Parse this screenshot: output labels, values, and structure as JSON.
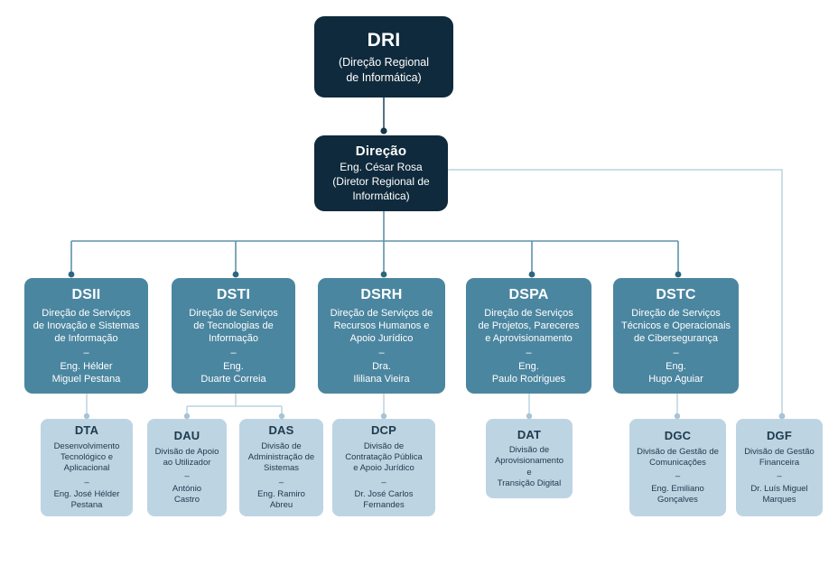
{
  "diagram": {
    "title": "Organograma DRI",
    "colors": {
      "top_box": "#0f2a3c",
      "department_box": "#4b86a0",
      "division_box": "#bdd4e3",
      "connector": "#a9c6d6",
      "connector_dark": "#5f93aa",
      "background": "#ffffff",
      "top_text": "#ffffff",
      "division_text": "#1d3a4c"
    },
    "separator": "–"
  },
  "root": {
    "code": "DRI",
    "desc_line1": "(Direção Regional",
    "desc_line2": "de Informática)"
  },
  "direction": {
    "code": "Direção",
    "person": "Eng. César Rosa",
    "desc_line1": "(Diretor Regional de",
    "desc_line2": "Informática)"
  },
  "departments": [
    {
      "code": "DSII",
      "desc_line1": "Direção de Serviços",
      "desc_line2": "de Inovação e Sistemas",
      "desc_line3": "de Informação",
      "person_line1": "Eng. Hélder",
      "person_line2": "Miguel Pestana"
    },
    {
      "code": "DSTI",
      "desc_line1": "Direção de Serviços",
      "desc_line2": "de Tecnologias de",
      "desc_line3": "Informação",
      "person_line1": "Eng.",
      "person_line2": "Duarte Correia"
    },
    {
      "code": "DSRH",
      "desc_line1": "Direção de Serviços de",
      "desc_line2": "Recursos Humanos e",
      "desc_line3": "Apoio Jurídico",
      "person_line1": "Dra.",
      "person_line2": "Ililiana Vieira"
    },
    {
      "code": "DSPA",
      "desc_line1": "Direção de Serviços",
      "desc_line2": "de Projetos, Pareceres",
      "desc_line3": "e Aprovisionamento",
      "person_line1": "Eng.",
      "person_line2": "Paulo Rodrigues"
    },
    {
      "code": "DSTC",
      "desc_line1": "Direção de Serviços",
      "desc_line2": "Técnicos e Operacionais",
      "desc_line3": "de Cibersegurança",
      "person_line1": "Eng.",
      "person_line2": "Hugo Aguiar"
    }
  ],
  "divisions": [
    {
      "code": "DTA",
      "desc_line1": "Desenvolvimento",
      "desc_line2": "Tecnológico e",
      "desc_line3": "Aplicacional",
      "person_line1": "Eng. José Hélder",
      "person_line2": "Pestana",
      "parent": "DSII"
    },
    {
      "code": "DAU",
      "desc_line1": "Divisão de Apoio",
      "desc_line2": "ao Utilizador",
      "desc_line3": "",
      "person_line1": "António",
      "person_line2": "Castro",
      "parent": "DSTI"
    },
    {
      "code": "DAS",
      "desc_line1": "Divisão de",
      "desc_line2": "Administração de",
      "desc_line3": "Sistemas",
      "person_line1": "Eng. Ramiro",
      "person_line2": "Abreu",
      "parent": "DSTI"
    },
    {
      "code": "DCP",
      "desc_line1": "Divisão de",
      "desc_line2": "Contratação Pública",
      "desc_line3": "e Apoio Jurídico",
      "person_line1": "Dr. José Carlos",
      "person_line2": "Fernandes",
      "parent": "DSRH"
    },
    {
      "code": "DAT",
      "desc_line1": "Divisão de",
      "desc_line2": "Aprovisionamento e",
      "desc_line3": "Transição Digital",
      "person_line1": "",
      "person_line2": "",
      "parent": "DSPA"
    },
    {
      "code": "DGC",
      "desc_line1": "Divisão de Gestão de",
      "desc_line2": "Comunicações",
      "desc_line3": "",
      "person_line1": "Eng. Emiliano",
      "person_line2": "Gonçalves",
      "parent": "DSTC"
    },
    {
      "code": "DGF",
      "desc_line1": "Divisão de Gestão",
      "desc_line2": "Financeira",
      "desc_line3": "",
      "person_line1": "Dr. Luís Miguel",
      "person_line2": "Marques",
      "parent": "Direção"
    }
  ]
}
